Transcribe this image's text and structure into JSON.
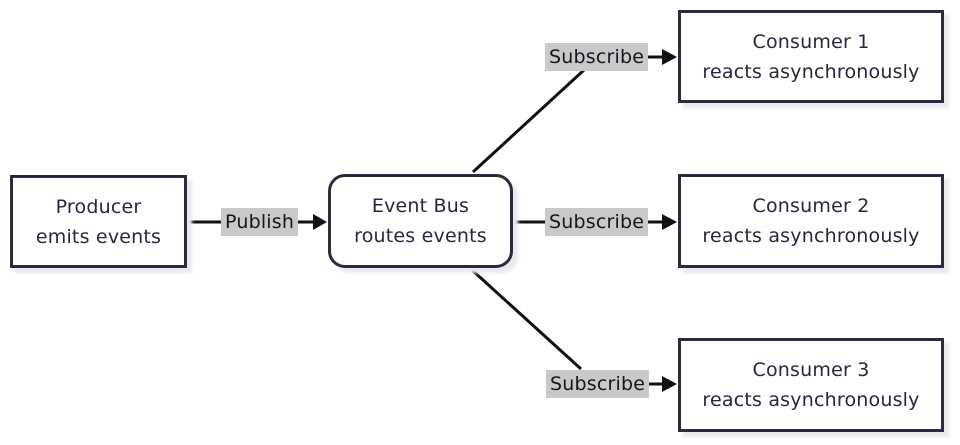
{
  "diagram": {
    "type": "event-driven-architecture-flow",
    "nodes": {
      "producer": {
        "line1": "Producer",
        "line2": "emits events"
      },
      "event_bus": {
        "line1": "Event Bus",
        "line2": "routes events"
      },
      "consumer1": {
        "line1": "Consumer 1",
        "line2": "reacts asynchronously"
      },
      "consumer2": {
        "line1": "Consumer 2",
        "line2": "reacts asynchronously"
      },
      "consumer3": {
        "line1": "Consumer 3",
        "line2": "reacts asynchronously"
      }
    },
    "edges": {
      "publish": {
        "label": "Publish",
        "from": "producer",
        "to": "event_bus"
      },
      "subscribe1": {
        "label": "Subscribe",
        "from": "event_bus",
        "to": "consumer1"
      },
      "subscribe2": {
        "label": "Subscribe",
        "from": "event_bus",
        "to": "consumer2"
      },
      "subscribe3": {
        "label": "Subscribe",
        "from": "event_bus",
        "to": "consumer3"
      }
    },
    "colors": {
      "background": "#ffffff",
      "node_border": "#2b2b40",
      "node_fill": "#ffffff",
      "node_text": "#262640",
      "connector": "#111111",
      "edge_label_bg": "#c9c9c9",
      "edge_label_text": "#16161f",
      "shadow": "#e9e9f0"
    }
  }
}
